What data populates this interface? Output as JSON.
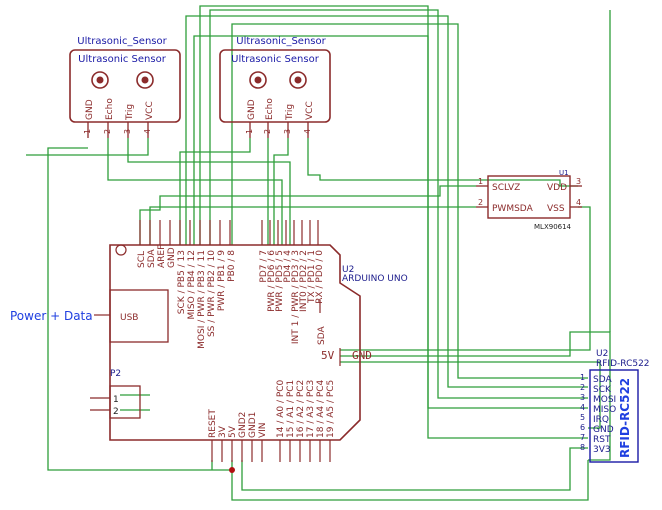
{
  "colors": {
    "wire": "#2e9e3a",
    "body": "#8b2b2b",
    "label_blue": "#1a1aa6",
    "ref_blue": "#1c1c8c",
    "power_blue": "#1f3fe0",
    "junction": "#b01010"
  },
  "sensor1": {
    "title": "Ultrasonic_Sensor",
    "name": "Ultrasonic Sensor",
    "pins": [
      {
        "num": "1",
        "name": "GND"
      },
      {
        "num": "2",
        "name": "Echo"
      },
      {
        "num": "3",
        "name": "Trig"
      },
      {
        "num": "4",
        "name": "VCC"
      }
    ]
  },
  "sensor2": {
    "title": "Ultrasonic_Sensor",
    "name": "Ultrasonic Sensor",
    "pins": [
      {
        "num": "1",
        "name": "GND"
      },
      {
        "num": "2",
        "name": "Echo"
      },
      {
        "num": "3",
        "name": "Trig"
      },
      {
        "num": "4",
        "name": "VCC"
      }
    ]
  },
  "mlx": {
    "ref": "U1",
    "part": "MLX90614",
    "pins_left": [
      {
        "num": "1",
        "name": "SCLVZ"
      },
      {
        "num": "2",
        "name": "PWMSDA"
      }
    ],
    "pins_right": [
      {
        "num": "3",
        "name": "VDD"
      },
      {
        "num": "4",
        "name": "VSS"
      }
    ]
  },
  "arduino": {
    "ref": "U2",
    "name": "ARDUINO UNO",
    "usb": "USB",
    "top_left_pins": [
      "SCL",
      "SDA",
      "AREF",
      "GND"
    ],
    "d_pins_left": [
      "SCK / PB5 / 13",
      "MISO / PB4 / 12",
      "MOSI / PWR / PB3 / 11",
      "SS / PWR / PB2 / 10",
      "PWR / PB1 / 9",
      "PB0 / 8"
    ],
    "d_pins_right": [
      "PD7 / 7",
      "PWR / PD6 / 6",
      "PWR / PD5 / 5",
      "PD4 / 4",
      "INT 1 / PWR / PD3 / 3",
      "INT0 / PD2 / 2",
      "TX / PD1 / 1",
      "RX / PD0 / 0"
    ],
    "power_pins": [
      "RESET",
      "3V",
      "5V",
      "GND2",
      "GND1",
      "VIN"
    ],
    "analog_pins": [
      "14 / A0 / PC0",
      "15 / A1 / PC1",
      "16 / A2 / PC2",
      "17 / A3 / PC3",
      "18 / A4 / PC4",
      "19 / A5 / PC5"
    ],
    "sda_label": "SDA",
    "five_v": "5V",
    "gnd": "GND"
  },
  "p2": {
    "ref": "P2",
    "pins": [
      "1",
      "2"
    ]
  },
  "rfid": {
    "ref": "U2",
    "part": "RFID-RC522",
    "big_label": "RFID-RC522",
    "pins": [
      {
        "num": "1",
        "name": "SDA"
      },
      {
        "num": "2",
        "name": "SCK"
      },
      {
        "num": "3",
        "name": "MOSI"
      },
      {
        "num": "4",
        "name": "MISO"
      },
      {
        "num": "5",
        "name": "IRQ"
      },
      {
        "num": "6",
        "name": "GND"
      },
      {
        "num": "7",
        "name": "RST"
      },
      {
        "num": "8",
        "name": "3V3"
      }
    ]
  },
  "annotations": {
    "power_data": "Power + Data"
  }
}
